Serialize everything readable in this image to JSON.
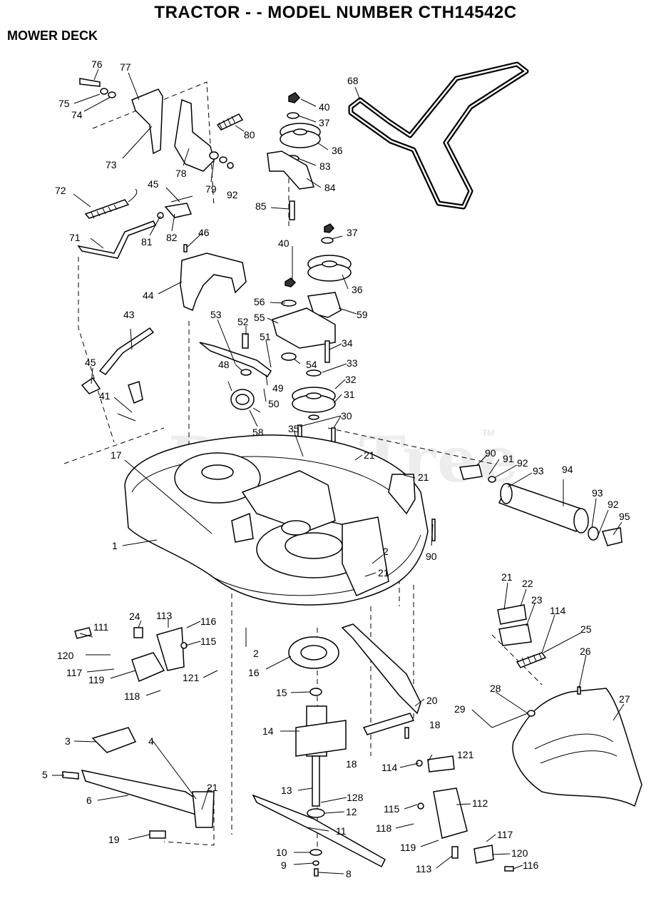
{
  "header": {
    "title": "TRACTOR - - MODEL NUMBER CTH14542C",
    "subtitle": "MOWER DECK"
  },
  "watermark": {
    "text": "PartsTree",
    "tm": "TM"
  },
  "callouts": [
    {
      "id": "c76",
      "label": "76"
    },
    {
      "id": "c77",
      "label": "77"
    },
    {
      "id": "c75",
      "label": "75"
    },
    {
      "id": "c74",
      "label": "74"
    },
    {
      "id": "c73",
      "label": "73"
    },
    {
      "id": "c78",
      "label": "78"
    },
    {
      "id": "c79",
      "label": "79"
    },
    {
      "id": "c92a",
      "label": "92"
    },
    {
      "id": "c80",
      "label": "80"
    },
    {
      "id": "c40a",
      "label": "40"
    },
    {
      "id": "c37a",
      "label": "37"
    },
    {
      "id": "c36a",
      "label": "36"
    },
    {
      "id": "c83",
      "label": "83"
    },
    {
      "id": "c84",
      "label": "84"
    },
    {
      "id": "c85",
      "label": "85"
    },
    {
      "id": "c68",
      "label": "68"
    },
    {
      "id": "c72",
      "label": "72"
    },
    {
      "id": "c45a",
      "label": "45"
    },
    {
      "id": "c71",
      "label": "71"
    },
    {
      "id": "c81",
      "label": "81"
    },
    {
      "id": "c82",
      "label": "82"
    },
    {
      "id": "c46",
      "label": "46"
    },
    {
      "id": "c40b",
      "label": "40"
    },
    {
      "id": "c37b",
      "label": "37"
    },
    {
      "id": "c36b",
      "label": "36"
    },
    {
      "id": "c44",
      "label": "44"
    },
    {
      "id": "c56",
      "label": "56"
    },
    {
      "id": "c59",
      "label": "59"
    },
    {
      "id": "c55",
      "label": "55"
    },
    {
      "id": "c53",
      "label": "53"
    },
    {
      "id": "c52",
      "label": "52"
    },
    {
      "id": "c51",
      "label": "51"
    },
    {
      "id": "c34",
      "label": "34"
    },
    {
      "id": "c43",
      "label": "43"
    },
    {
      "id": "c54",
      "label": "54"
    },
    {
      "id": "c33",
      "label": "33"
    },
    {
      "id": "c48",
      "label": "48"
    },
    {
      "id": "c45b",
      "label": "45"
    },
    {
      "id": "c32",
      "label": "32"
    },
    {
      "id": "c49",
      "label": "49"
    },
    {
      "id": "c41",
      "label": "41"
    },
    {
      "id": "c50",
      "label": "50"
    },
    {
      "id": "c31",
      "label": "31"
    },
    {
      "id": "c30",
      "label": "30"
    },
    {
      "id": "c58",
      "label": "58"
    },
    {
      "id": "c35",
      "label": "35"
    },
    {
      "id": "c17",
      "label": "17"
    },
    {
      "id": "c21a",
      "label": "21"
    },
    {
      "id": "c90a",
      "label": "90"
    },
    {
      "id": "c91",
      "label": "91"
    },
    {
      "id": "c92b",
      "label": "92"
    },
    {
      "id": "c93a",
      "label": "93"
    },
    {
      "id": "c94",
      "label": "94"
    },
    {
      "id": "c21b",
      "label": "21"
    },
    {
      "id": "c93b",
      "label": "93"
    },
    {
      "id": "c92c",
      "label": "92"
    },
    {
      "id": "c95",
      "label": "95"
    },
    {
      "id": "c1",
      "label": "1"
    },
    {
      "id": "c90b",
      "label": "90"
    },
    {
      "id": "c2a",
      "label": "2"
    },
    {
      "id": "c21c",
      "label": "21"
    },
    {
      "id": "c21d",
      "label": "21"
    },
    {
      "id": "c22",
      "label": "22"
    },
    {
      "id": "c23",
      "label": "23"
    },
    {
      "id": "c24",
      "label": "24"
    },
    {
      "id": "c113a",
      "label": "113"
    },
    {
      "id": "c111",
      "label": "111"
    },
    {
      "id": "c116a",
      "label": "116"
    },
    {
      "id": "c114a",
      "label": "114"
    },
    {
      "id": "c25",
      "label": "25"
    },
    {
      "id": "c115a",
      "label": "115"
    },
    {
      "id": "c120a",
      "label": "120"
    },
    {
      "id": "c2b",
      "label": "2"
    },
    {
      "id": "c26",
      "label": "26"
    },
    {
      "id": "c117a",
      "label": "117"
    },
    {
      "id": "c16",
      "label": "16"
    },
    {
      "id": "c119a",
      "label": "119"
    },
    {
      "id": "c121a",
      "label": "121"
    },
    {
      "id": "c118a",
      "label": "118"
    },
    {
      "id": "c15",
      "label": "15"
    },
    {
      "id": "c27",
      "label": "27"
    },
    {
      "id": "c20",
      "label": "20"
    },
    {
      "id": "c28",
      "label": "28"
    },
    {
      "id": "c29",
      "label": "29"
    },
    {
      "id": "c14",
      "label": "14"
    },
    {
      "id": "c18a",
      "label": "18"
    },
    {
      "id": "c3",
      "label": "3"
    },
    {
      "id": "c4",
      "label": "4"
    },
    {
      "id": "c121b",
      "label": "121"
    },
    {
      "id": "c114b",
      "label": "114"
    },
    {
      "id": "c18b",
      "label": "18"
    },
    {
      "id": "c5",
      "label": "5"
    },
    {
      "id": "c6",
      "label": "6"
    },
    {
      "id": "c21e",
      "label": "21"
    },
    {
      "id": "c13",
      "label": "13"
    },
    {
      "id": "c128",
      "label": "128"
    },
    {
      "id": "c112",
      "label": "112"
    },
    {
      "id": "c12",
      "label": "12"
    },
    {
      "id": "c115b",
      "label": "115"
    },
    {
      "id": "c118b",
      "label": "118"
    },
    {
      "id": "c11",
      "label": "11"
    },
    {
      "id": "c19",
      "label": "19"
    },
    {
      "id": "c119b",
      "label": "119"
    },
    {
      "id": "c117b",
      "label": "117"
    },
    {
      "id": "c10",
      "label": "10"
    },
    {
      "id": "c120b",
      "label": "120"
    },
    {
      "id": "c9",
      "label": "9"
    },
    {
      "id": "c113b",
      "label": "113"
    },
    {
      "id": "c116b",
      "label": "116"
    },
    {
      "id": "c8",
      "label": "8"
    }
  ]
}
